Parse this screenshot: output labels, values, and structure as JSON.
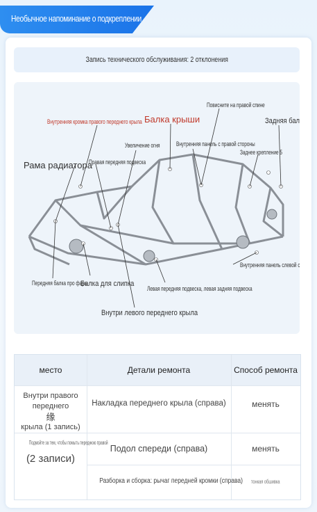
{
  "banner": {
    "title": "Необычное напоминание о подкреплении"
  },
  "record": {
    "text": "Запись технического обслуживания: 2 отклонения"
  },
  "diagram": {
    "labels": {
      "inner_right_front_wing_edge": "Внутренняя кромка правого переднего крыла",
      "roof_beam": "Балка крыши",
      "hang_right_back": "Повисните на правой спине",
      "rear_beam": "Задняя балка",
      "radiator_frame": "Рама радиатора",
      "fire_increase": "Увеличение огня",
      "right_front_suspension": "Правая передняя подвеска",
      "inner_panel_right": "Внутренняя панель с правой стороны",
      "rear_reinforcement": "Заднее крепление 5",
      "front_bumper_beam": "Передняя балка про фары",
      "slip_beam": "Балка для слипка",
      "left_front_rear_suspension": "Левая передняя подвеска, левая задняя подвеска",
      "inner_panel_left": "Внутренняя панель слевой стороны",
      "inside_left_front_wing": "Внутри левого переднего крыла"
    }
  },
  "table": {
    "headers": [
      "место",
      "Детали ремонта",
      "Способ ремонта"
    ],
    "row1": {
      "location_line1": "Внутри правого переднего",
      "location_line2": "缘",
      "location_line3": "крыла (1 запись)",
      "detail": "Накладка переднего крыла (справа)",
      "method": "менять"
    },
    "row2": {
      "location_line1": "Подмойте за тем, чтобы помыть переднюю правой",
      "location_line2": "(2 записи)",
      "detail_a": "Подол спереди (справа)",
      "method_a": "менять",
      "detail_b": "Разборка и сборка: рычаг передней кромки (справа)",
      "method_b": "тонкая обшивка"
    }
  }
}
